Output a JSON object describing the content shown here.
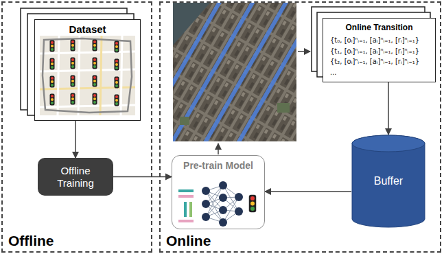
{
  "diagram": {
    "nodes": [
      {
        "text": [
          "Offline"
        ]
      },
      {
        "text": [
          "Dataset"
        ],
        "in": 0
      },
      {
        "text": [
          "Offline Training"
        ],
        "in": 0
      },
      {
        "text": [
          "Online"
        ]
      },
      {
        "text": [
          "Online Transition",
          "{t₀, [oᵢ]ⁿᵢ₌₁, [aᵢ]ⁿᵢ₌₁, [rᵢ]ⁿᵢ₌₁}",
          "{t₁, [oᵢ]ⁿᵢ₌₁, [aᵢ]ⁿᵢ₌₁, [rᵢ]ⁿᵢ₌₁}",
          "{t₂, [oᵢ]ⁿᵢ₌₁, [aᵢ]ⁿᵢ₌₁, [rᵢ]ⁿᵢ₌₁}",
          "..."
        ],
        "in": 3
      },
      {
        "text": [
          "Pre-train Model"
        ],
        "in": 3
      },
      {
        "text": [
          "Buffer"
        ],
        "in": 3
      }
    ],
    "edges": [
      {
        "from": 1,
        "to": 2,
        "arrow": "to"
      },
      {
        "from": 2,
        "to": 5,
        "arrow": "to"
      },
      {
        "from": 4,
        "to": 6,
        "arrow": "to"
      },
      {
        "from": 6,
        "to": 5,
        "arrow": "to"
      }
    ]
  }
}
